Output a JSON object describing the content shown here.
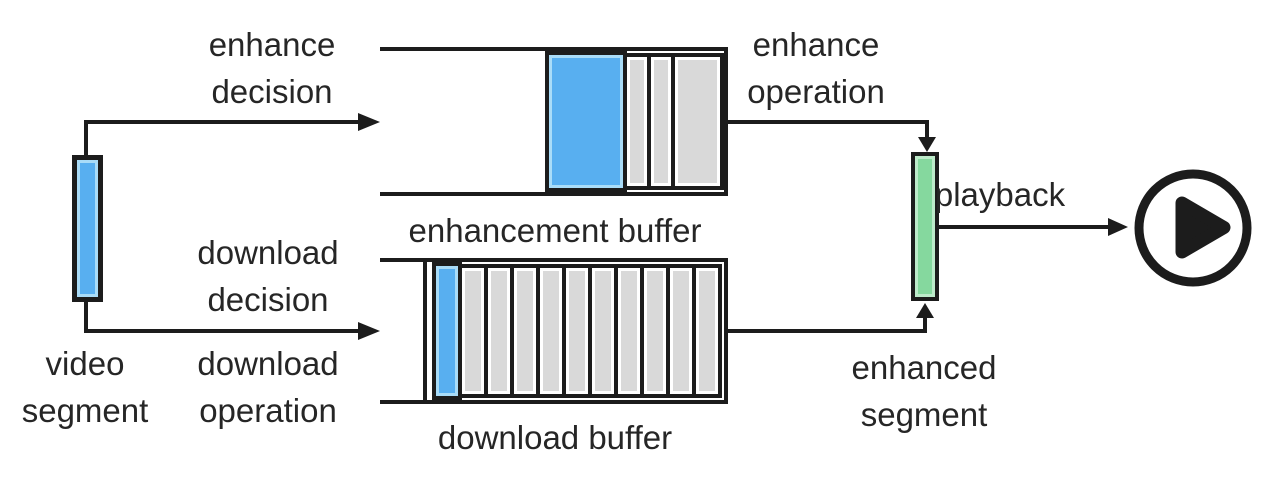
{
  "colors": {
    "line": "#1c1c1c",
    "text": "#262626",
    "segment_blue": "#58aff0",
    "segment_blue_rim": "#a9dcf8",
    "buffer_gray": "#d9d9d9",
    "buffer_gray_rim": "#ffffff",
    "enhanced_green": "#85d89e",
    "enhanced_green_rim": "#bdebca"
  },
  "labels": {
    "enhance_decision": [
      "enhance",
      "decision"
    ],
    "download_decision": [
      "download",
      "decision"
    ],
    "download_operation": [
      "download",
      "operation"
    ],
    "enhance_operation": [
      "enhance",
      "operation"
    ],
    "video_segment": [
      "video",
      "segment"
    ],
    "enhanced_segment": [
      "enhanced",
      "segment"
    ],
    "playback": "playback",
    "enhancement_buffer": "enhancement buffer",
    "download_buffer": "download buffer"
  },
  "buffers": {
    "enhancement": {
      "blocks": [
        {
          "type": "blue",
          "width": 82,
          "full": true
        },
        {
          "type": "gray",
          "width": 28
        },
        {
          "type": "gray",
          "width": 28
        },
        {
          "type": "gray",
          "width": 53
        }
      ]
    },
    "download": {
      "blocks": [
        {
          "type": "blue",
          "width": 30,
          "full": true
        },
        {
          "type": "gray",
          "width": 30
        },
        {
          "type": "gray",
          "width": 30
        },
        {
          "type": "gray",
          "width": 30
        },
        {
          "type": "gray",
          "width": 30
        },
        {
          "type": "gray",
          "width": 30
        },
        {
          "type": "gray",
          "width": 30
        },
        {
          "type": "gray",
          "width": 30
        },
        {
          "type": "gray",
          "width": 30
        },
        {
          "type": "gray",
          "width": 30
        },
        {
          "type": "gray",
          "width": 30
        }
      ]
    }
  },
  "icons": {
    "play": "play-icon"
  }
}
